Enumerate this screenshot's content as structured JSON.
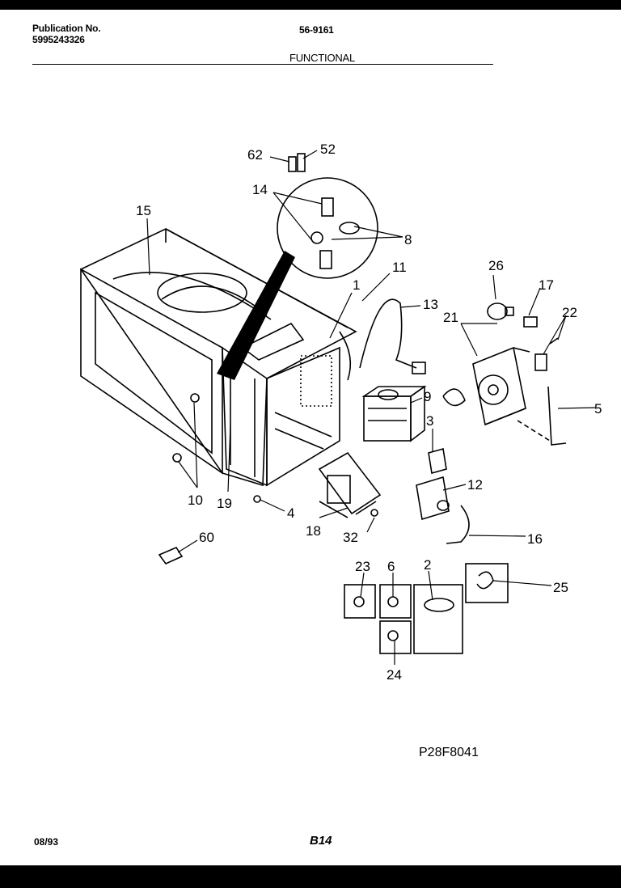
{
  "header": {
    "publication_label": "Publication No.",
    "publication_number": "5995243326",
    "model_code": "56-9161",
    "section_title": "FUNCTIONAL"
  },
  "callouts": {
    "c62": "62",
    "c52": "52",
    "c14": "14",
    "c15": "15",
    "c8": "8",
    "c11": "11",
    "c1": "1",
    "c13": "13",
    "c26": "26",
    "c17": "17",
    "c21": "21",
    "c22": "22",
    "c9": "9",
    "c3": "3",
    "c5": "5",
    "c12": "12",
    "c10": "10",
    "c19": "19",
    "c4": "4",
    "c18": "18",
    "c32": "32",
    "c16": "16",
    "c60": "60",
    "c23": "23",
    "c6": "6",
    "c2": "2",
    "c25": "25",
    "c24": "24"
  },
  "footer": {
    "diagram_code": "P28F8041",
    "date": "08/93",
    "page_code": "B14"
  }
}
